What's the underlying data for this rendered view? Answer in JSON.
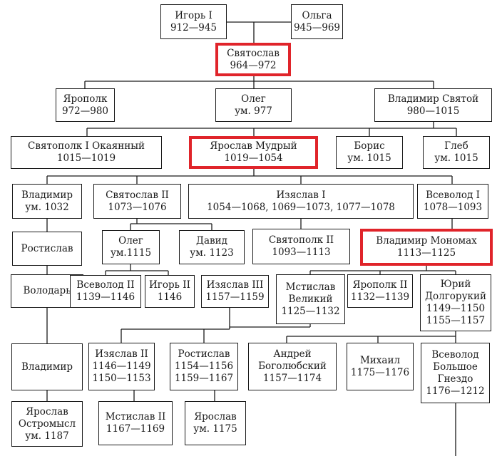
{
  "persons": {
    "igor": [
      "Игорь I",
      "912—945"
    ],
    "olga": [
      "Ольга",
      "945—969"
    ],
    "svyatoslav": [
      "Святослав",
      "964—972"
    ],
    "yaropolk": [
      "Ярополк",
      "972—980"
    ],
    "oleg": [
      "Олег",
      "ум. 977"
    ],
    "vladimir_svyatoy": [
      "Владимир Святой",
      "980—1015"
    ],
    "svyatopolk1": [
      "Святополк I Окаянный",
      "1015—1019"
    ],
    "yaroslav_mudry": [
      "Ярослав Мудрый",
      "1019—1054"
    ],
    "boris": [
      "Борис",
      "ум. 1015"
    ],
    "gleb": [
      "Глеб",
      "ум. 1015"
    ],
    "vladimir_1032": [
      "Владимир",
      "ум. 1032"
    ],
    "svyatoslav2": [
      "Святослав II",
      "1073—1076"
    ],
    "izyaslav1": [
      "Изяслав I",
      "1054—1068, 1069—1073, 1077—1078"
    ],
    "vsevolod1": [
      "Всеволод I",
      "1078—1093"
    ],
    "rostislav": [
      "Ростислав"
    ],
    "oleg_1115": [
      "Олег",
      "ум.1115"
    ],
    "david": [
      "Давид",
      "ум. 1123"
    ],
    "svyatopolk2": [
      "Святополк II",
      "1093—1113"
    ],
    "monomakh": [
      "Владимир Мономах",
      "1113—1125"
    ],
    "volodar": [
      "Володарь"
    ],
    "vsevolod2": [
      "Всеволод II",
      "1139—1146"
    ],
    "igor2": [
      "Игорь II",
      "1146"
    ],
    "izyaslav3": [
      "Изяслав III",
      "1157—1159"
    ],
    "mstislav_veliky": [
      "Мстислав",
      "Великий",
      "1125—1132"
    ],
    "yaropolk2": [
      "Ярополк II",
      "1132—1139"
    ],
    "yury_dolgoruky": [
      "Юрий",
      "Долгорукий",
      "1149—1150",
      "1155—1157"
    ],
    "vladimir_volodarevich": [
      "Владимир"
    ],
    "izyaslav2": [
      "Изяслав II",
      "1146—1149",
      "1150—1153"
    ],
    "rostislav2": [
      "Ростислав",
      "1154—1156",
      "1159—1167"
    ],
    "andrey": [
      "Андрей",
      "Боголюбский",
      "1157—1174"
    ],
    "mikhail": [
      "Михаил",
      "1175—1176"
    ],
    "vsevolod_bg": [
      "Всеволод",
      "Большое",
      "Гнездо",
      "1176—1212"
    ],
    "yaroslav_osmomysl": [
      "Ярослав",
      "Остромысл",
      "ум. 1187"
    ],
    "mstislav2": [
      "Мстислав II",
      "1167—1169"
    ],
    "yaroslav_1175": [
      "Ярослав",
      "ум. 1175"
    ]
  },
  "highlighted": [
    "svyatoslav",
    "yaroslav_mudry",
    "monomakh"
  ],
  "colors": {
    "line": "#1a1a1a",
    "highlight": "#e0242a",
    "background": "#ffffff"
  }
}
